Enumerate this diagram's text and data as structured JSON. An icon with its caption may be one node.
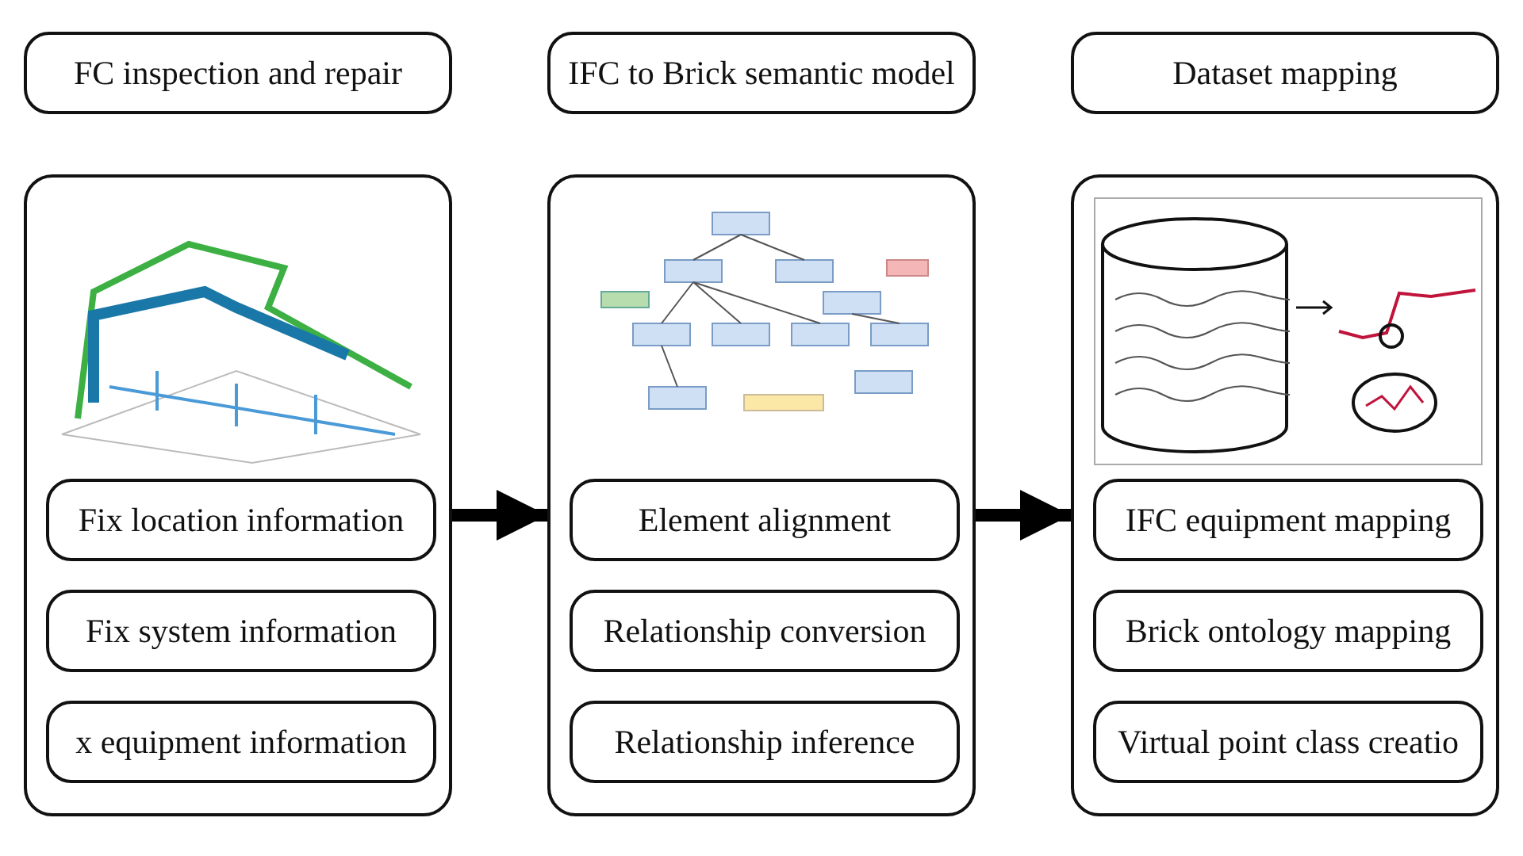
{
  "diagram": {
    "nodes": [
      {
        "text": [
          "FC inspection and repair"
        ]
      },
      {
        "text": [],
        "shape": "box"
      },
      {
        "text": [],
        "shape": "picture",
        "in": 1
      },
      {
        "text": [
          "Fix location information"
        ],
        "in": 1
      },
      {
        "text": [
          "Fix system information"
        ],
        "in": 1
      },
      {
        "text": [
          "x equipment information"
        ],
        "in": 1
      },
      {
        "text": [
          "IFC to Brick semantic model"
        ]
      },
      {
        "text": [],
        "shape": "box"
      },
      {
        "text": [],
        "shape": "picture",
        "in": 7
      },
      {
        "text": [
          "Element alignment"
        ],
        "in": 7
      },
      {
        "text": [
          "Relationship conversion"
        ],
        "in": 7
      },
      {
        "text": [
          "Relationship inference"
        ],
        "in": 7
      },
      {
        "text": [
          "Dataset mapping"
        ]
      },
      {
        "text": [],
        "shape": "box"
      },
      {
        "text": [],
        "shape": "picture",
        "in": 13
      },
      {
        "text": [
          "IFC equipment mapping"
        ],
        "in": 13
      },
      {
        "text": [
          "Brick ontology mapping"
        ],
        "in": 13
      },
      {
        "text": [
          "Virtual point class creatio"
        ],
        "in": 13
      }
    ],
    "edges": [
      {
        "from": 1,
        "to": 7,
        "arrow": "to"
      },
      {
        "from": 7,
        "to": 13,
        "arrow": "to"
      }
    ]
  }
}
